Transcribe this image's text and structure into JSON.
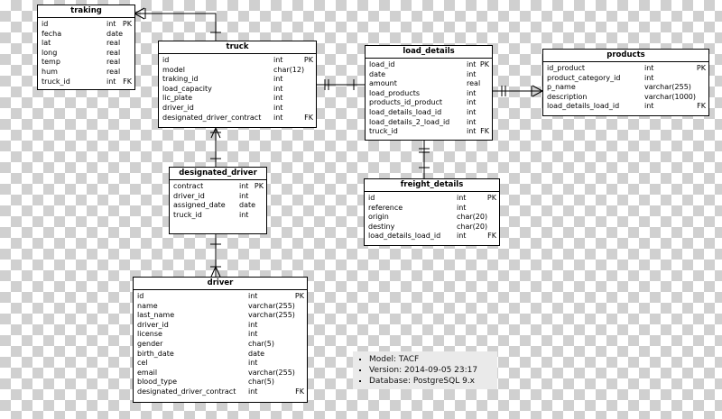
{
  "tables": [
    {
      "id": "traking",
      "title": "traking",
      "columns": [
        {
          "name": "id",
          "type": "int",
          "key": "PK"
        },
        {
          "name": "fecha",
          "type": "date",
          "key": ""
        },
        {
          "name": "lat",
          "type": "real",
          "key": ""
        },
        {
          "name": "long",
          "type": "real",
          "key": ""
        },
        {
          "name": "temp",
          "type": "real",
          "key": ""
        },
        {
          "name": "hum",
          "type": "real",
          "key": ""
        },
        {
          "name": "truck_id",
          "type": "int",
          "key": "FK"
        }
      ]
    },
    {
      "id": "truck",
      "title": "truck",
      "columns": [
        {
          "name": "id",
          "type": "int",
          "key": "PK"
        },
        {
          "name": "model",
          "type": "char(12)",
          "key": ""
        },
        {
          "name": "traking_id",
          "type": "int",
          "key": ""
        },
        {
          "name": "load_capacity",
          "type": "int",
          "key": ""
        },
        {
          "name": "lic_plate",
          "type": "int",
          "key": ""
        },
        {
          "name": "driver_id",
          "type": "int",
          "key": ""
        },
        {
          "name": "designated_driver_contract",
          "type": "int",
          "key": "FK"
        }
      ]
    },
    {
      "id": "load_details",
      "title": "load_details",
      "columns": [
        {
          "name": "load_id",
          "type": "int",
          "key": "PK"
        },
        {
          "name": "date",
          "type": "int",
          "key": ""
        },
        {
          "name": "amount",
          "type": "real",
          "key": ""
        },
        {
          "name": "load_products",
          "type": "int",
          "key": ""
        },
        {
          "name": "products_id_product",
          "type": "int",
          "key": ""
        },
        {
          "name": "load_details_load_id",
          "type": "int",
          "key": ""
        },
        {
          "name": "load_details_2_load_id",
          "type": "int",
          "key": ""
        },
        {
          "name": "truck_id",
          "type": "int",
          "key": "FK"
        }
      ]
    },
    {
      "id": "products",
      "title": "products",
      "columns": [
        {
          "name": "id_product",
          "type": "int",
          "key": "PK"
        },
        {
          "name": "product_category_id",
          "type": "int",
          "key": ""
        },
        {
          "name": "p_name",
          "type": "varchar(255)",
          "key": ""
        },
        {
          "name": "description",
          "type": "varchar(1000)",
          "key": ""
        },
        {
          "name": "load_details_load_id",
          "type": "int",
          "key": "FK"
        }
      ]
    },
    {
      "id": "designated_driver",
      "title": "designated_driver",
      "columns": [
        {
          "name": "contract",
          "type": "int",
          "key": "PK"
        },
        {
          "name": "driver_id",
          "type": "int",
          "key": ""
        },
        {
          "name": "assigned_date",
          "type": "date",
          "key": ""
        },
        {
          "name": "truck_id",
          "type": "int",
          "key": ""
        }
      ]
    },
    {
      "id": "freight_details",
      "title": "freight_details",
      "columns": [
        {
          "name": "id",
          "type": "int",
          "key": "PK"
        },
        {
          "name": "reference",
          "type": "int",
          "key": ""
        },
        {
          "name": "origin",
          "type": "char(20)",
          "key": ""
        },
        {
          "name": "destiny",
          "type": "char(20)",
          "key": ""
        },
        {
          "name": "load_details_load_id",
          "type": "int",
          "key": "FK"
        }
      ]
    },
    {
      "id": "driver",
      "title": "driver",
      "columns": [
        {
          "name": "id",
          "type": "int",
          "key": "PK"
        },
        {
          "name": "name",
          "type": "varchar(255)",
          "key": ""
        },
        {
          "name": "last_name",
          "type": "varchar(255)",
          "key": ""
        },
        {
          "name": "driver_id",
          "type": "int",
          "key": ""
        },
        {
          "name": "license",
          "type": "int",
          "key": ""
        },
        {
          "name": "gender",
          "type": "char(5)",
          "key": ""
        },
        {
          "name": "birth_date",
          "type": "date",
          "key": ""
        },
        {
          "name": "cel",
          "type": "int",
          "key": ""
        },
        {
          "name": "email",
          "type": "varchar(255)",
          "key": ""
        },
        {
          "name": "blood_type",
          "type": "char(5)",
          "key": ""
        },
        {
          "name": "designated_driver_contract",
          "type": "int",
          "key": "FK"
        }
      ]
    }
  ],
  "legend": {
    "model": "Model: TACF",
    "version": "Version: 2014-09-05 23:17",
    "database": "Database: PostgreSQL 9.x"
  }
}
